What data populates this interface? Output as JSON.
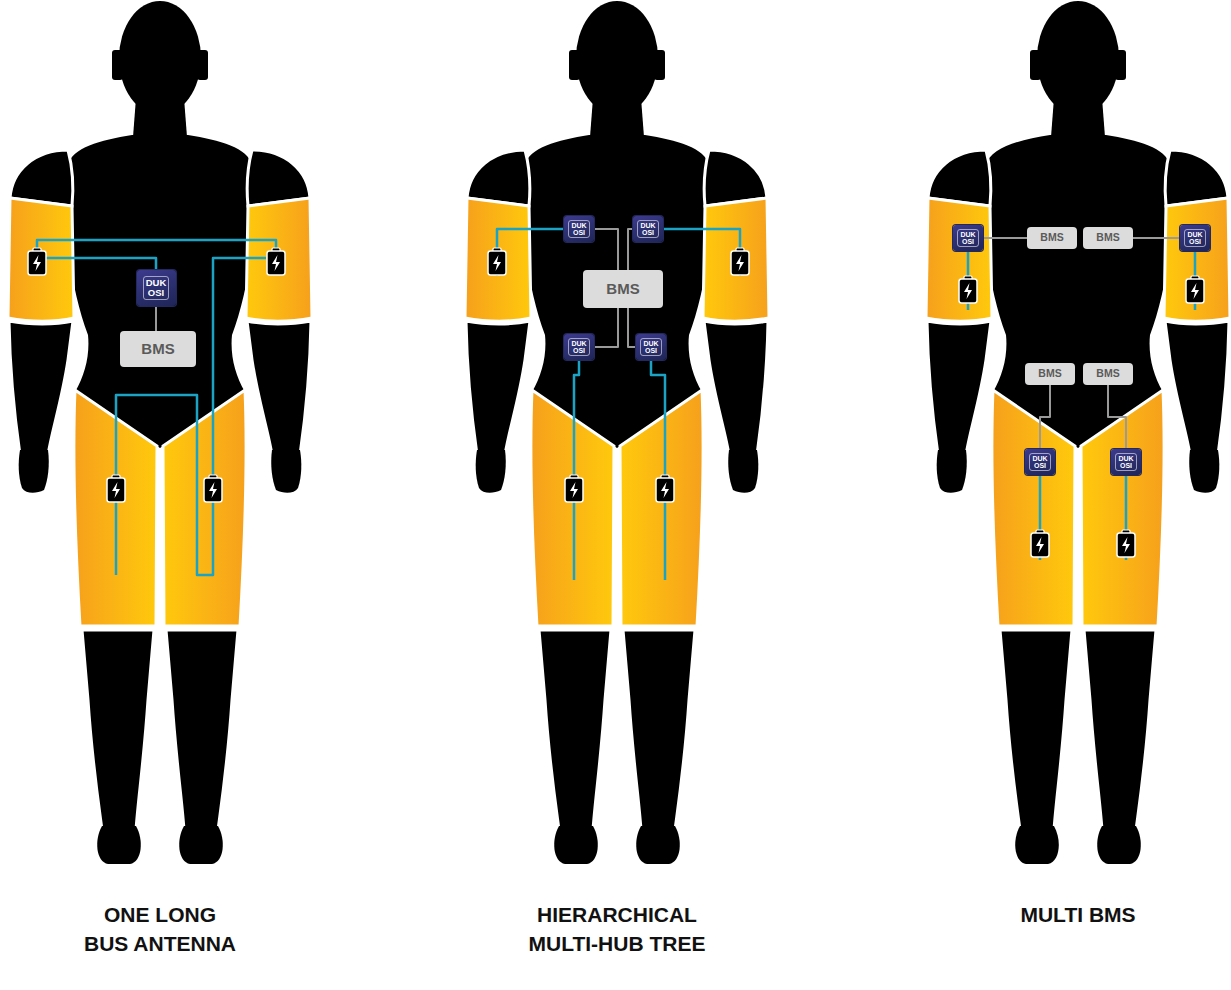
{
  "diagram": {
    "nodes": [
      {
        "text": [
          "DUK OSI"
        ]
      },
      {
        "text": [
          "BMS"
        ]
      },
      {
        "text": [
          "DUK OSI"
        ]
      },
      {
        "text": [
          "DUK OSI"
        ]
      },
      {
        "text": [
          "BMS"
        ]
      },
      {
        "text": [
          "DUK OSI"
        ]
      },
      {
        "text": [
          "DUK OSI"
        ]
      },
      {
        "text": [
          "DUK OSI"
        ]
      },
      {
        "text": [
          "BMS"
        ]
      },
      {
        "text": [
          "BMS"
        ]
      },
      {
        "text": [
          "DUK OSI"
        ]
      },
      {
        "text": [
          "BMS"
        ]
      },
      {
        "text": [
          "BMS"
        ]
      },
      {
        "text": [
          "DUK OSI"
        ]
      },
      {
        "text": [
          "DUK OSI"
        ]
      }
    ],
    "edges": [
      {
        "from": 0,
        "to": 1,
        "arrow": "none"
      },
      {
        "from": 4,
        "to": 2,
        "arrow": "none"
      },
      {
        "from": 4,
        "to": 3,
        "arrow": "none"
      },
      {
        "from": 4,
        "to": 5,
        "arrow": "none"
      },
      {
        "from": 4,
        "to": 6,
        "arrow": "none"
      },
      {
        "from": 7,
        "to": 8,
        "arrow": "none"
      },
      {
        "from": 9,
        "to": 10,
        "arrow": "none"
      },
      {
        "from": 11,
        "to": 13,
        "arrow": "none"
      },
      {
        "from": 12,
        "to": 14,
        "arrow": "none"
      }
    ],
    "labels": [
      "ONE LONG BUS ANTENNA",
      "HIERARCHICAL MULTI-HUB TREE",
      "MULTI BMS"
    ]
  }
}
